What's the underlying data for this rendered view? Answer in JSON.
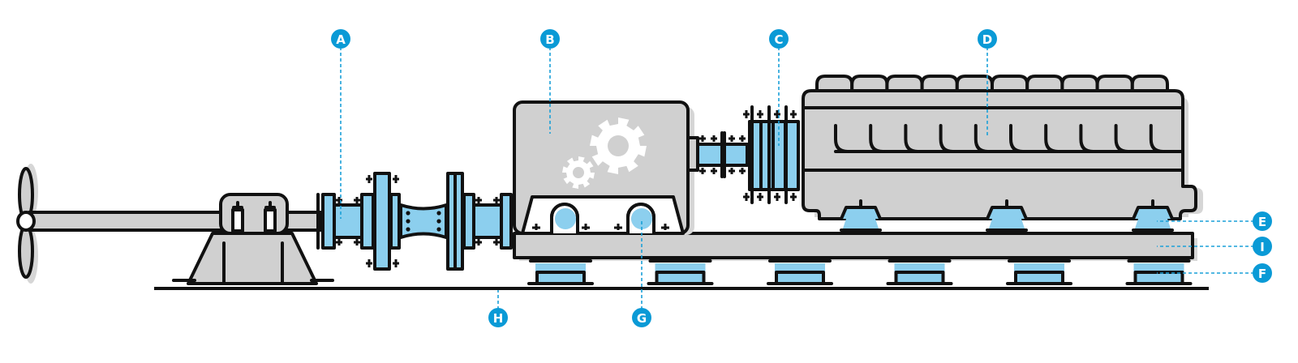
{
  "diagram": {
    "type": "marine propulsion shaft line schematic",
    "colors": {
      "outline": "#111111",
      "body_gray": "#d0d0d0",
      "accent_blue": "#8ccfee",
      "label_blue": "#0a9ad6",
      "leader_blue": "#1aa0d8",
      "background": "#ffffff"
    },
    "labels": [
      {
        "id": "A",
        "text": "A",
        "target": "shaft coupling"
      },
      {
        "id": "B",
        "text": "B",
        "target": "gearbox"
      },
      {
        "id": "C",
        "text": "C",
        "target": "flexible coupling"
      },
      {
        "id": "D",
        "text": "D",
        "target": "engine"
      },
      {
        "id": "E",
        "text": "E",
        "target": "engine resilient mount"
      },
      {
        "id": "I",
        "text": "I",
        "target": "common base frame"
      },
      {
        "id": "F",
        "text": "F",
        "target": "base frame resilient mount"
      },
      {
        "id": "G",
        "text": "G",
        "target": "gearbox bearing"
      },
      {
        "id": "H",
        "text": "H",
        "target": "hull foundation"
      }
    ],
    "components": {
      "propeller_blades": 2,
      "engine_cylinder_heads": 10,
      "engine_mounts": 3,
      "base_frame_mounts": 6,
      "gearbox_gears": 2,
      "gearbox_bearings": 2
    }
  }
}
